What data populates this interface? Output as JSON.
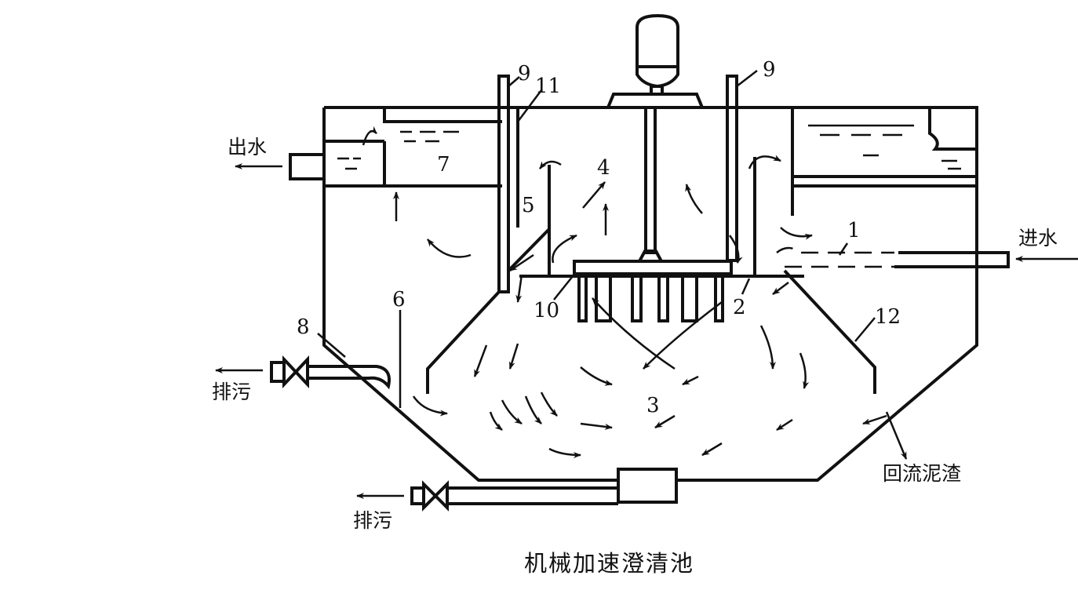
{
  "title": "机械加速澄清池",
  "labels": {
    "outlet": "出水",
    "inlet": "进水",
    "drain_upper": "排污",
    "drain_lower": "排污",
    "return_sludge": "回流泥渣"
  },
  "numbers": {
    "n1": "1",
    "n2": "2",
    "n3": "3",
    "n4": "4",
    "n5": "5",
    "n6": "6",
    "n7": "7",
    "n8": "8",
    "n9a": "9",
    "n9b": "9",
    "n10": "10",
    "n11": "11",
    "n12": "12"
  }
}
